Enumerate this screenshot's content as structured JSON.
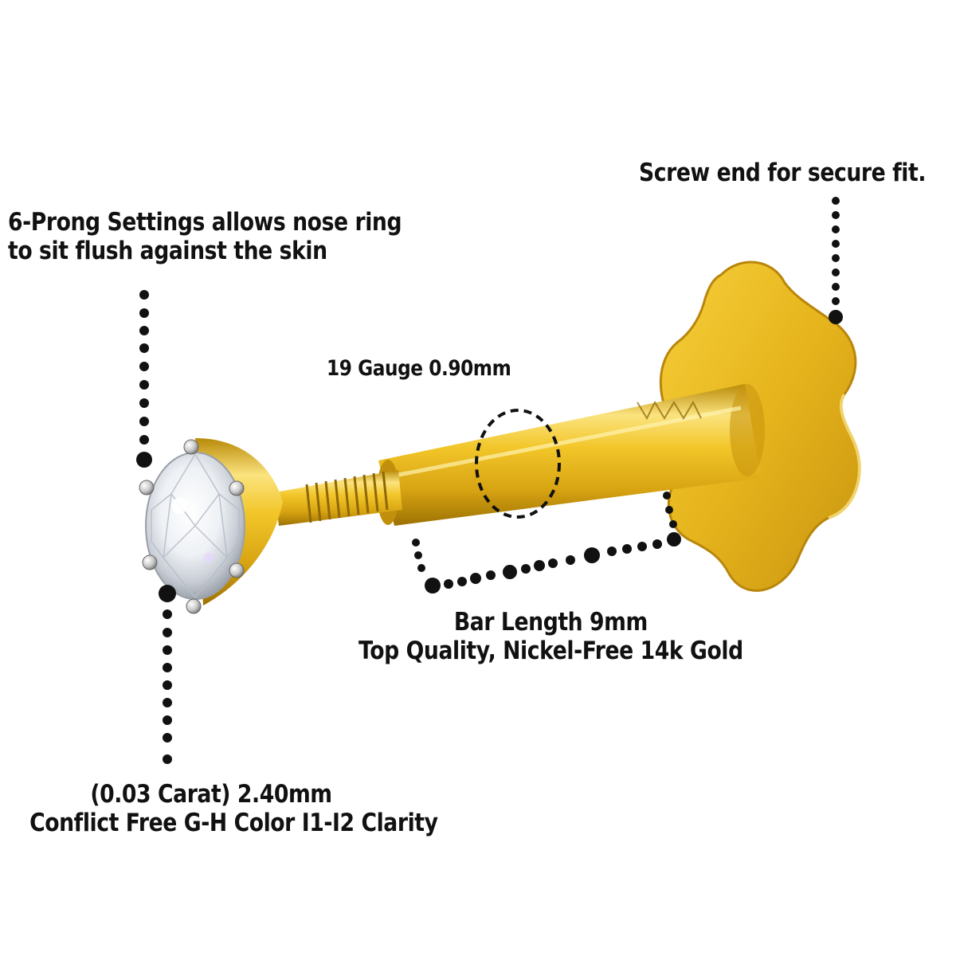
{
  "annotations": {
    "prong": {
      "line1": "6-Prong Settings allows nose ring",
      "line2": "to sit flush against the skin"
    },
    "screw": {
      "line1": "Screw end for secure fit."
    },
    "gauge": {
      "line1": "19 Gauge 0.90mm"
    },
    "bar": {
      "line1": "Bar Length 9mm",
      "line2": "Top Quality, Nickel-Free 14k Gold"
    },
    "stone": {
      "line1": "(0.03 Carat) 2.40mm",
      "line2": "Conflict Free G-H Color I1-I2 Clarity"
    }
  },
  "colors": {
    "gold": "#e0b21a",
    "gold_dark": "#a77a05",
    "gold_light": "#fbe27a",
    "prong_white": "#d9d9d9",
    "dots": "#111111"
  },
  "icons": [
    "diamond-stone",
    "nose-pin-screw-back",
    "flower-backing"
  ]
}
